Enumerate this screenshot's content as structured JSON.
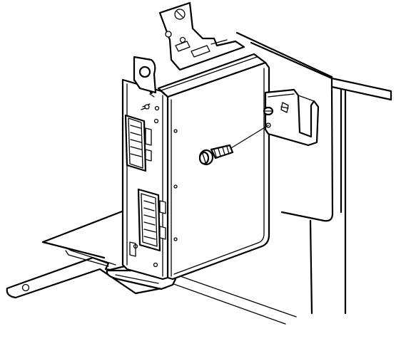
{
  "colors": {
    "line": "#000000",
    "background": "#ffffff"
  },
  "parts": [
    {
      "id": "module",
      "icon": "electronic-module"
    },
    {
      "id": "rear-bracket",
      "icon": "mounting-bracket"
    },
    {
      "id": "top-tab",
      "icon": "mounting-tab"
    },
    {
      "id": "side-bracket",
      "icon": "mounting-bracket"
    },
    {
      "id": "screw",
      "icon": "screw-icon"
    },
    {
      "id": "floor-bracket",
      "icon": "floor-bracket"
    },
    {
      "id": "connector-upper",
      "icon": "electrical-connector"
    },
    {
      "id": "connector-lower",
      "icon": "electrical-connector"
    }
  ]
}
